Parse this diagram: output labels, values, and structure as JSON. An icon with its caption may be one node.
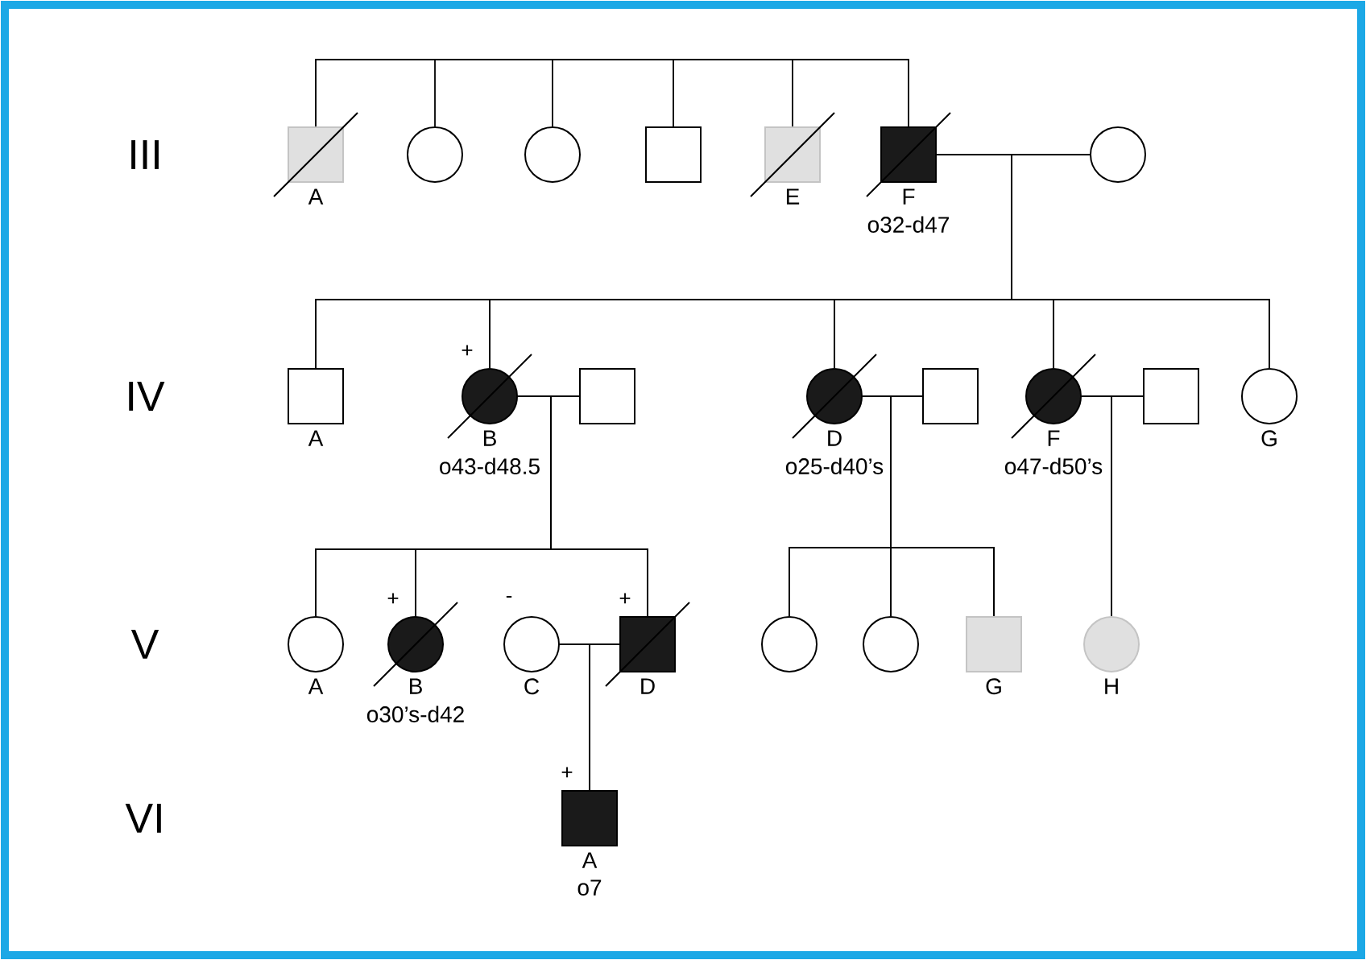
{
  "diagram": {
    "nodes": [
      {
        "text": [],
        "shape": "box",
        "beside": [
          "A"
        ]
      },
      {
        "text": [],
        "shape": "circle"
      },
      {
        "text": [],
        "shape": "circle"
      },
      {
        "text": [],
        "shape": "box"
      },
      {
        "text": [],
        "shape": "box",
        "beside": [
          "E"
        ]
      },
      {
        "text": [],
        "shape": "box",
        "beside": [
          "F",
          "o32-d47"
        ]
      },
      {
        "text": [],
        "shape": "circle"
      },
      {
        "text": [],
        "shape": "box",
        "beside": [
          "A"
        ]
      },
      {
        "text": [],
        "shape": "circle",
        "beside": [
          "+",
          "B",
          "o43-d48.5"
        ]
      },
      {
        "text": [],
        "shape": "box"
      },
      {
        "text": [],
        "shape": "circle",
        "beside": [
          "D",
          "o25-d40’s"
        ]
      },
      {
        "text": [],
        "shape": "box"
      },
      {
        "text": [],
        "shape": "circle",
        "beside": [
          "F",
          "o47-d50’s"
        ]
      },
      {
        "text": [],
        "shape": "box"
      },
      {
        "text": [],
        "shape": "circle",
        "beside": [
          "G"
        ]
      },
      {
        "text": [],
        "shape": "circle",
        "beside": [
          "A"
        ]
      },
      {
        "text": [],
        "shape": "circle",
        "beside": [
          "+",
          "B",
          "o30’s-d42"
        ]
      },
      {
        "text": [],
        "shape": "circle",
        "beside": [
          "-",
          "C"
        ]
      },
      {
        "text": [],
        "shape": "box",
        "beside": [
          "+",
          "D"
        ]
      },
      {
        "text": [],
        "shape": "circle"
      },
      {
        "text": [],
        "shape": "circle"
      },
      {
        "text": [],
        "shape": "box",
        "beside": [
          "G"
        ]
      },
      {
        "text": [],
        "shape": "circle",
        "beside": [
          "H"
        ]
      },
      {
        "text": [],
        "shape": "box",
        "beside": [
          "+",
          "A",
          "o7"
        ]
      }
    ],
    "edges": [
      {
        "from": 0,
        "to": 1,
        "arrow": "none"
      },
      {
        "from": 0,
        "to": 2,
        "arrow": "none"
      },
      {
        "from": 0,
        "to": 3,
        "arrow": "none"
      },
      {
        "from": 0,
        "to": 4,
        "arrow": "none"
      },
      {
        "from": 0,
        "to": 5,
        "arrow": "none"
      },
      {
        "from": 5,
        "to": 6,
        "arrow": "none"
      },
      {
        "from": 5,
        "to": 7,
        "arrow": "none"
      },
      {
        "from": 5,
        "to": 8,
        "arrow": "none"
      },
      {
        "from": 5,
        "to": 10,
        "arrow": "none"
      },
      {
        "from": 5,
        "to": 12,
        "arrow": "none"
      },
      {
        "from": 5,
        "to": 14,
        "arrow": "none"
      },
      {
        "from": 6,
        "to": 7,
        "arrow": "none"
      },
      {
        "from": 6,
        "to": 8,
        "arrow": "none"
      },
      {
        "from": 6,
        "to": 10,
        "arrow": "none"
      },
      {
        "from": 6,
        "to": 12,
        "arrow": "none"
      },
      {
        "from": 6,
        "to": 14,
        "arrow": "none"
      },
      {
        "from": 8,
        "to": 9,
        "arrow": "none"
      },
      {
        "from": 10,
        "to": 11,
        "arrow": "none"
      },
      {
        "from": 12,
        "to": 13,
        "arrow": "none"
      },
      {
        "from": 8,
        "to": 15,
        "arrow": "none"
      },
      {
        "from": 8,
        "to": 16,
        "arrow": "none"
      },
      {
        "from": 8,
        "to": 18,
        "arrow": "none"
      },
      {
        "from": 9,
        "to": 15,
        "arrow": "none"
      },
      {
        "from": 9,
        "to": 16,
        "arrow": "none"
      },
      {
        "from": 9,
        "to": 18,
        "arrow": "none"
      },
      {
        "from": 10,
        "to": 19,
        "arrow": "none"
      },
      {
        "from": 10,
        "to": 20,
        "arrow": "none"
      },
      {
        "from": 10,
        "to": 21,
        "arrow": "none"
      },
      {
        "from": 11,
        "to": 19,
        "arrow": "none"
      },
      {
        "from": 11,
        "to": 20,
        "arrow": "none"
      },
      {
        "from": 11,
        "to": 21,
        "arrow": "none"
      },
      {
        "from": 12,
        "to": 22,
        "arrow": "none"
      },
      {
        "from": 13,
        "to": 22,
        "arrow": "none"
      },
      {
        "from": 17,
        "to": 18,
        "arrow": "none"
      },
      {
        "from": 17,
        "to": 23,
        "arrow": "none"
      },
      {
        "from": 18,
        "to": 23,
        "arrow": "none"
      }
    ],
    "labels": [
      "III",
      "IV",
      "V",
      "VI"
    ]
  }
}
